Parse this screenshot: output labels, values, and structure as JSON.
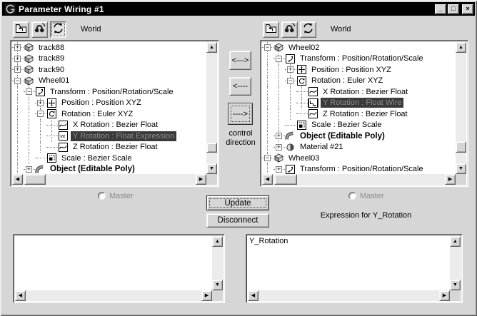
{
  "titlebar": {
    "title": "Parameter Wiring #1",
    "minimize": "_",
    "maximize": "□",
    "close": "×"
  },
  "controls": {
    "two_way": "<--->",
    "to_left": "<----",
    "to_right": "---->",
    "caption_line1": "control",
    "caption_line2": "direction",
    "update": "Update",
    "disconnect": "Disconnect"
  },
  "panels": {
    "left": {
      "scope": "World",
      "toolbar": [
        {
          "icon": "folder-up-icon",
          "checked": false
        },
        {
          "icon": "find-icon",
          "checked": false
        },
        {
          "icon": "refresh-icon",
          "checked": true
        }
      ],
      "master_label": "Master",
      "expression_text": "",
      "tree": [
        {
          "indent": 1,
          "toggle": "+",
          "icon": "cube-icon",
          "label": "track88"
        },
        {
          "indent": 1,
          "toggle": "+",
          "icon": "cube-icon",
          "label": "track89"
        },
        {
          "indent": 1,
          "toggle": "+",
          "icon": "cube-icon",
          "label": "track90"
        },
        {
          "indent": 1,
          "toggle": "-",
          "icon": "cube-icon",
          "label": "Wheel01"
        },
        {
          "indent": 2,
          "toggle": "-",
          "icon": "transform-icon",
          "label": "Transform : Position/Rotation/Scale"
        },
        {
          "indent": 3,
          "toggle": "+",
          "icon": "position-icon",
          "label": "Position : Position XYZ"
        },
        {
          "indent": 3,
          "toggle": "-",
          "icon": "rotation-icon",
          "label": "Rotation : Euler XYZ"
        },
        {
          "indent": 4,
          "icon": "bezier-float-icon",
          "label": "X Rotation : Bezier Float"
        },
        {
          "indent": 4,
          "icon": "expression-icon",
          "label": "Y Rotation : Float Expression",
          "selected": true
        },
        {
          "indent": 4,
          "icon": "bezier-float-icon",
          "label": "Z Rotation : Bezier Float"
        },
        {
          "indent": 3,
          "icon": "scale-icon",
          "label": "Scale : Bezier Scale"
        },
        {
          "indent": 2,
          "toggle": "+",
          "icon": "object-icon",
          "label": "Object (Editable Poly)",
          "bold": true
        }
      ]
    },
    "right": {
      "scope": "World",
      "toolbar": [
        {
          "icon": "folder-up-icon",
          "checked": false
        },
        {
          "icon": "find-icon",
          "checked": false
        },
        {
          "icon": "refresh-icon",
          "checked": false
        }
      ],
      "master_label": "Master",
      "expression_caption": "Expression for Y_Rotation",
      "expression_text": "Y_Rotation",
      "tree": [
        {
          "indent": 1,
          "toggle": "-",
          "icon": "cube-icon",
          "label": "Wheel02"
        },
        {
          "indent": 2,
          "toggle": "-",
          "icon": "transform-icon",
          "label": "Transform : Position/Rotation/Scale"
        },
        {
          "indent": 3,
          "toggle": "+",
          "icon": "position-icon",
          "label": "Position : Position XYZ"
        },
        {
          "indent": 3,
          "toggle": "-",
          "icon": "rotation-icon",
          "label": "Rotation : Euler XYZ"
        },
        {
          "indent": 4,
          "icon": "bezier-float-icon",
          "label": "X Rotation : Bezier Float"
        },
        {
          "indent": 4,
          "icon": "wire-icon",
          "label": "Y Rotation : Float Wire",
          "selected": true,
          "icon_hl": true
        },
        {
          "indent": 4,
          "icon": "bezier-float-icon",
          "label": "Z Rotation : Bezier Float"
        },
        {
          "indent": 3,
          "icon": "scale-icon",
          "label": "Scale : Bezier Scale"
        },
        {
          "indent": 2,
          "toggle": "+",
          "icon": "object-icon",
          "label": "Object (Editable Poly)",
          "bold": true
        },
        {
          "indent": 2,
          "toggle": "+",
          "icon": "material-icon",
          "label": "Material #21"
        },
        {
          "indent": 1,
          "toggle": "-",
          "icon": "cube-icon",
          "label": "Wheel03"
        },
        {
          "indent": 2,
          "toggle": "+",
          "icon": "transform-icon",
          "label": "Transform : Position/Rotation/Scale"
        }
      ]
    }
  },
  "colors": {
    "selection_bg": "#3a3a3a",
    "selection_fg": "#8e8e8e",
    "window_bg": "#d6d6d6",
    "titlebar_bg": "#000000"
  }
}
